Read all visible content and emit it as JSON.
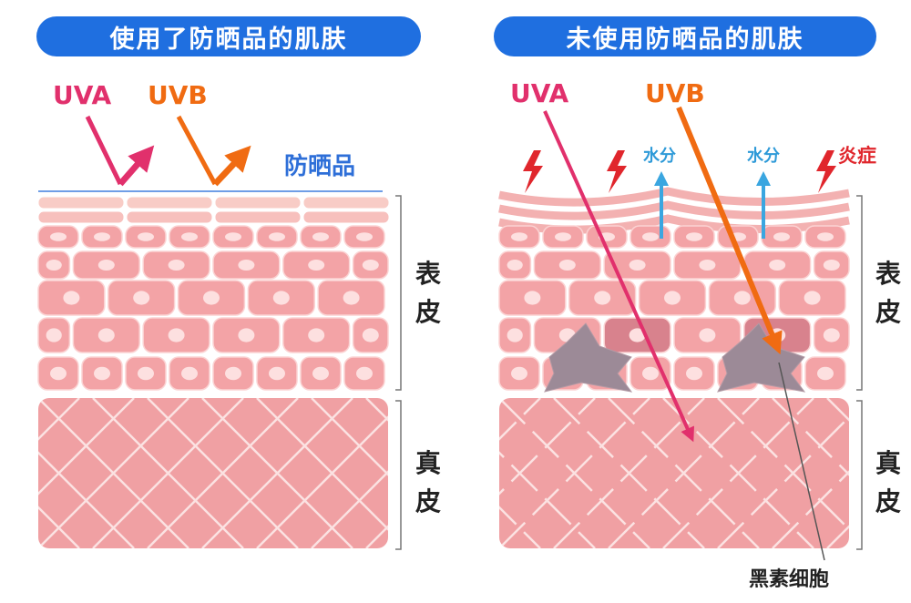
{
  "left_panel": {
    "title": "使用了防晒品的肌肤",
    "uva_label": "UVA",
    "uvb_label": "UVB",
    "sunscreen_label": "防晒品",
    "epidermis_label": "表皮",
    "dermis_label": "真皮"
  },
  "right_panel": {
    "title": "未使用防晒品的肌肤",
    "uva_label": "UVA",
    "uvb_label": "UVB",
    "water_label_1": "水分",
    "water_label_2": "水分",
    "inflammation_label": "炎症",
    "epidermis_label": "表皮",
    "dermis_label": "真皮",
    "melanocyte_label": "黑素细胞"
  },
  "colors": {
    "title_bg": "#1f6fe0",
    "uva": "#e1306c",
    "uvb": "#f06b12",
    "skin": "#f3a3a6",
    "water": "#3aa6e0",
    "inflammation": "#e0262c"
  }
}
